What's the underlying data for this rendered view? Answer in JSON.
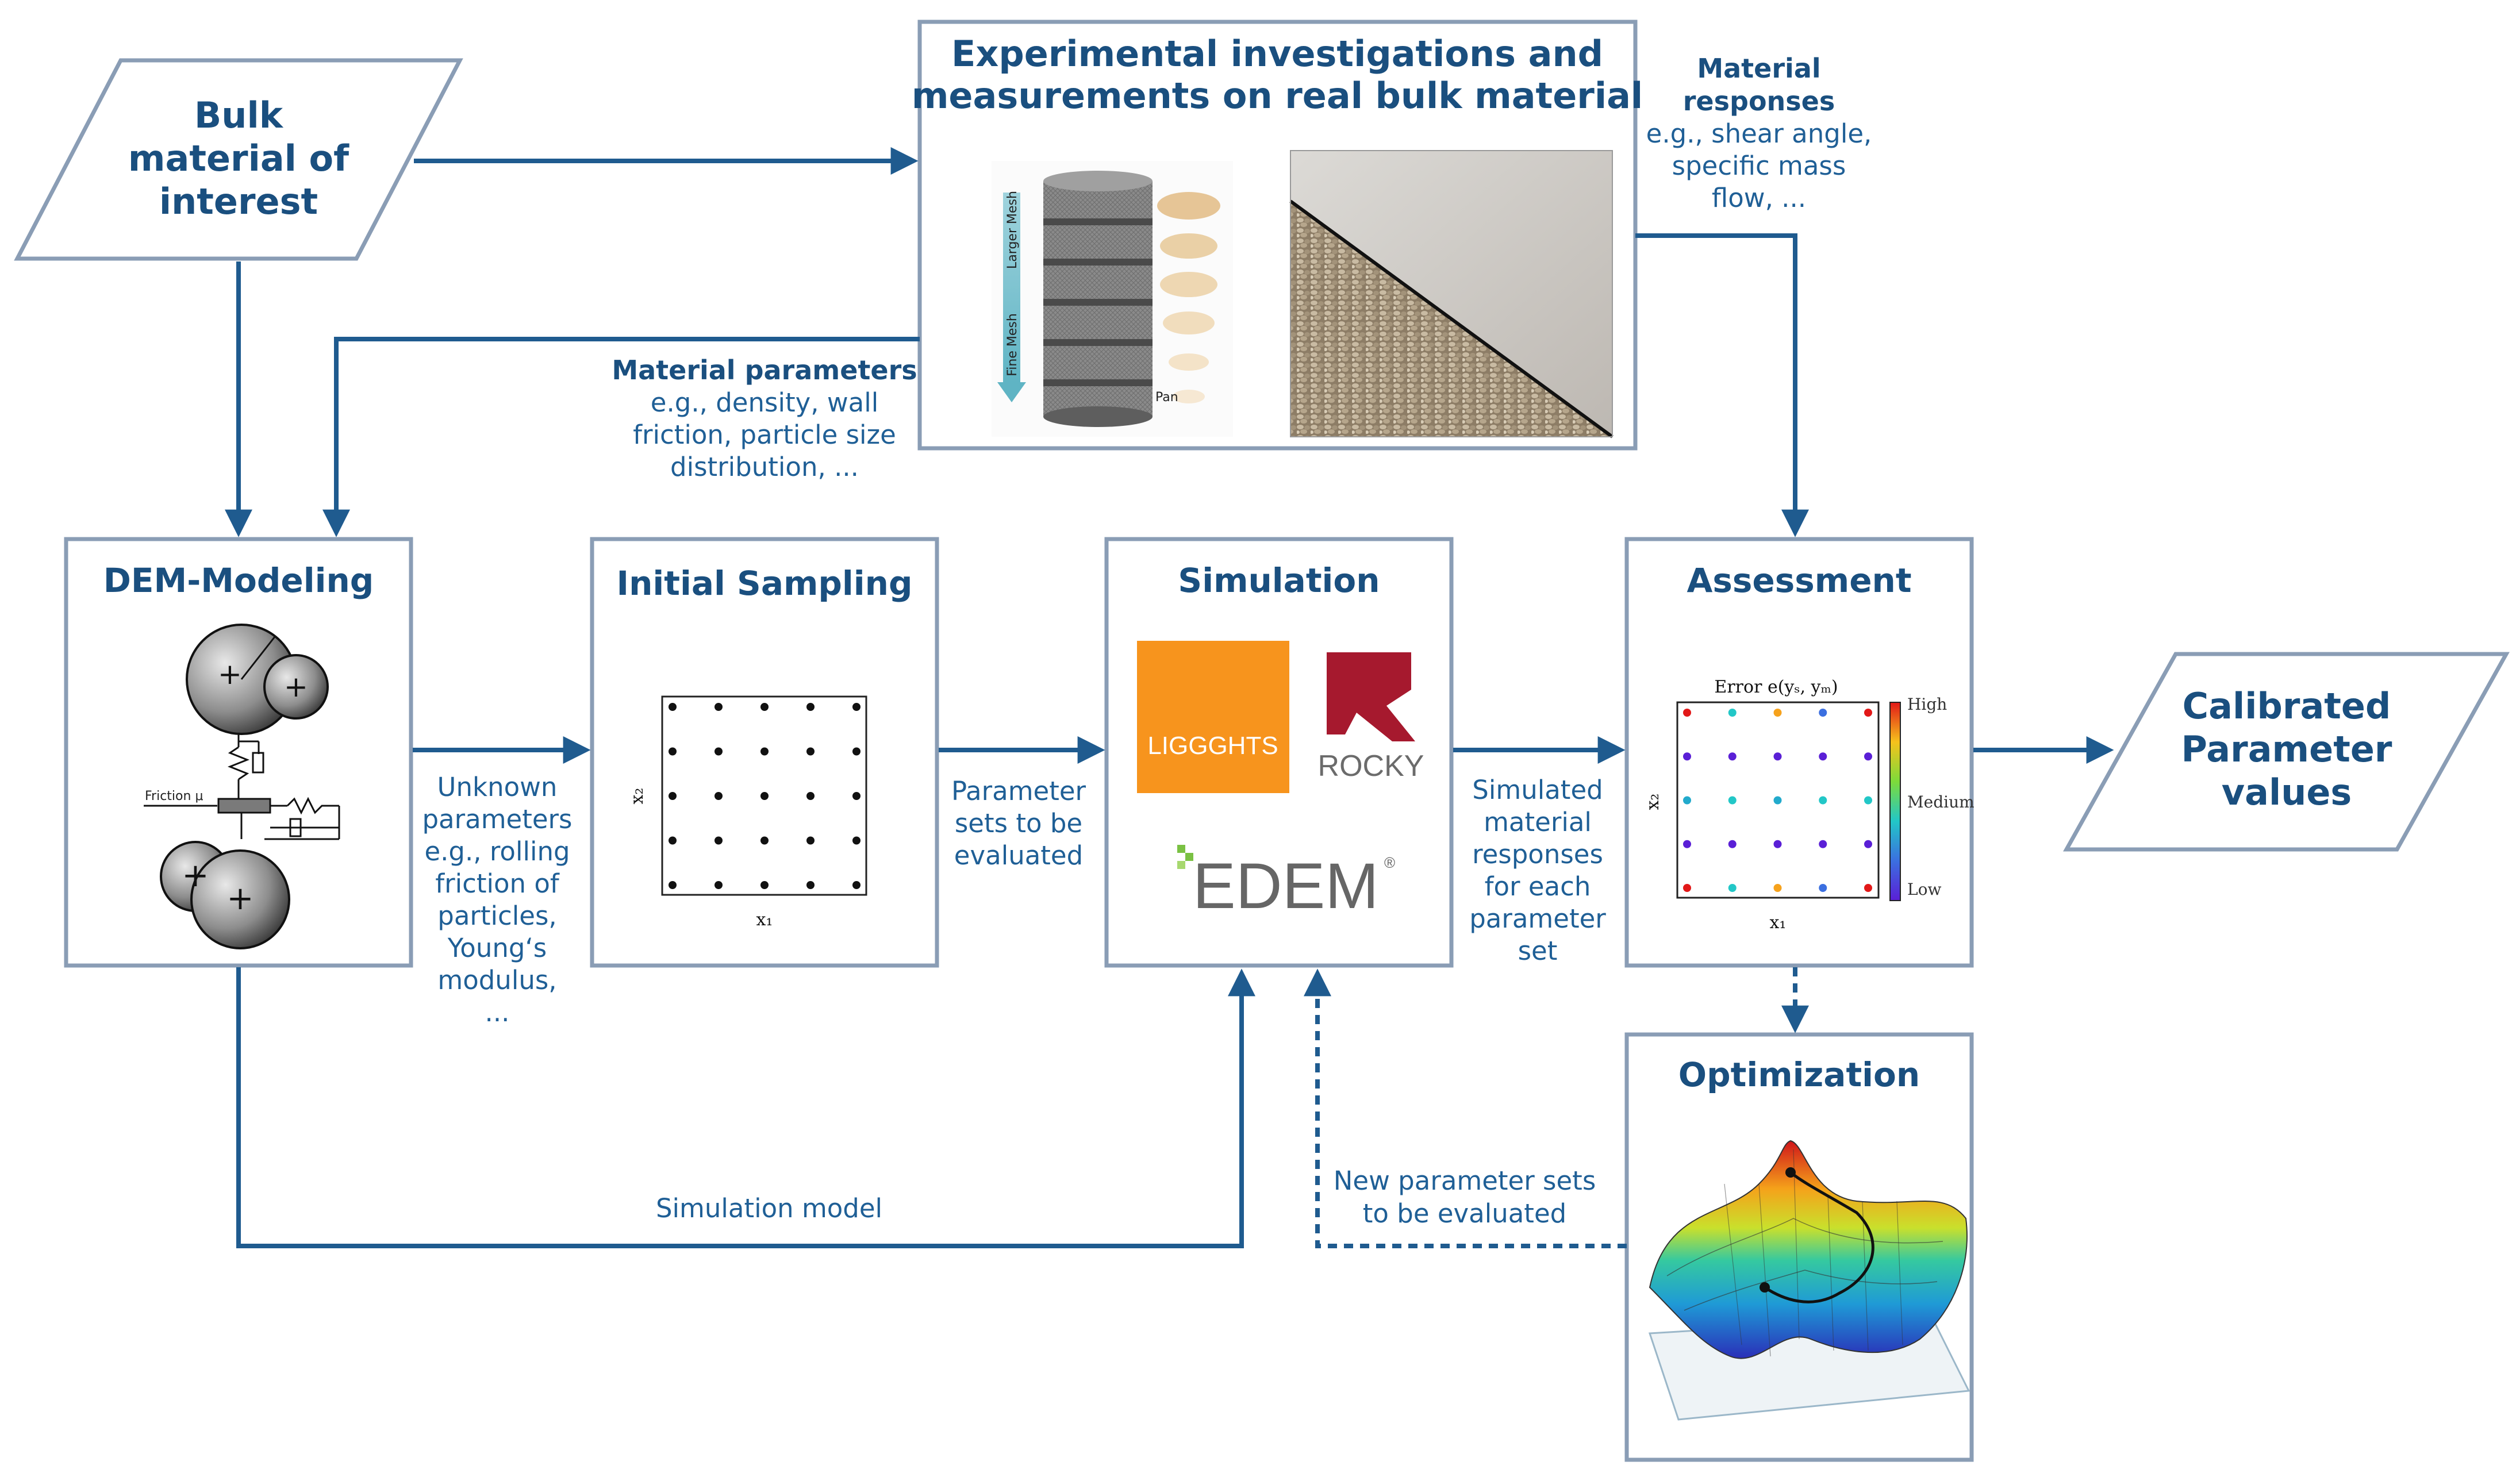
{
  "colors": {
    "arrow": "#1f5b8f",
    "text": "#1a4f7f",
    "box_border": "#8a9db5",
    "liggghts": "#f7941d",
    "rocky": "#a6192e",
    "edem_green": "#7ac143"
  },
  "nodes": {
    "bulk_material": {
      "line1": "Bulk",
      "line2": "material of",
      "line3": "interest"
    },
    "experimental": {
      "line1": "Experimental investigations and",
      "line2": "measurements on real bulk material"
    },
    "dem_modeling": {
      "title": "DEM-Modeling",
      "friction_label": "Friction μ"
    },
    "initial_sampling": {
      "title": "Initial Sampling"
    },
    "simulation": {
      "title": "Simulation"
    },
    "assessment": {
      "title": "Assessment"
    },
    "optimization": {
      "title": "Optimization"
    },
    "calibrated": {
      "line1": "Calibrated",
      "line2": "Parameter",
      "line3": "values"
    }
  },
  "logos": {
    "liggghts": "LIGGGHTS",
    "rocky": "ROCKY",
    "edem": "EDEM",
    "edem_reg": "®"
  },
  "sieve": {
    "arrow_top": "Larger Mesh",
    "arrow_bottom": "Fine Mesh",
    "pan": "Pan"
  },
  "sampling_plot": {
    "xlabel": "x₁",
    "ylabel": "x₂",
    "grid_cols": 5,
    "grid_rows": 5
  },
  "assessment_plot": {
    "title": "Error e(yₛ, yₘ)",
    "xlabel": "x₁",
    "ylabel": "x₂",
    "colorbar_high": "High",
    "colorbar_medium": "Medium",
    "colorbar_low": "Low"
  },
  "edge_labels": {
    "material_responses": {
      "heading1": "Material",
      "heading2": "responses",
      "line1": "e.g., shear angle,",
      "line2": "specific mass",
      "line3": "flow, ..."
    },
    "material_parameters": {
      "heading": "Material parameters",
      "line1": "e.g., density, wall",
      "line2": "friction, particle size",
      "line3": "distribution, ..."
    },
    "unknown_parameters": {
      "line1": "Unknown",
      "line2": "parameters",
      "line3": "e.g., rolling",
      "line4": "friction of",
      "line5": "particles,",
      "line6": "Young‘s",
      "line7": "modulus,",
      "line8": "..."
    },
    "parameter_sets": {
      "line1": "Parameter",
      "line2": "sets to be",
      "line3": "evaluated"
    },
    "simulated_responses": {
      "line1": "Simulated",
      "line2": "material",
      "line3": "responses",
      "line4": "for each",
      "line5": "parameter",
      "line6": "set"
    },
    "simulation_model": "Simulation model",
    "new_parameter_sets": {
      "line1": "New parameter sets",
      "line2": "to be evaluated"
    }
  }
}
